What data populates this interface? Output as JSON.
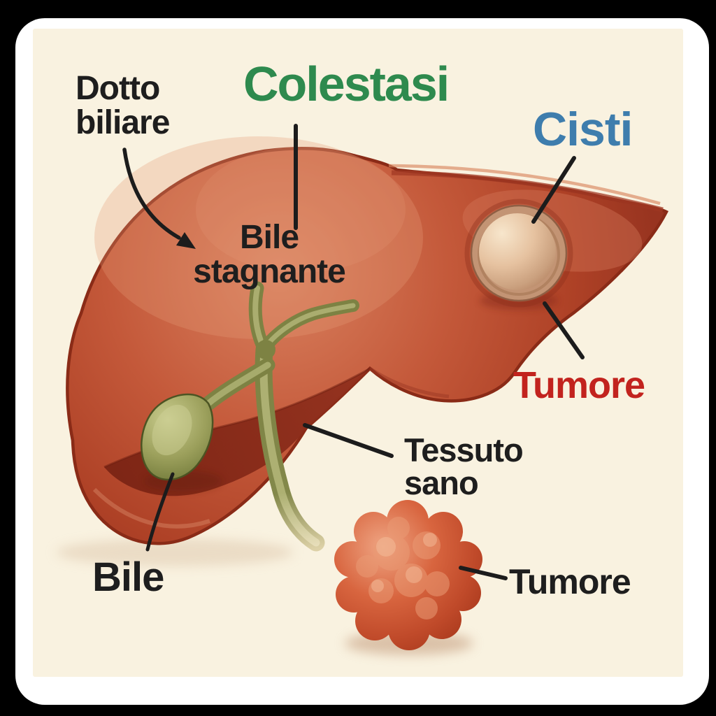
{
  "scene": {
    "description": "Illustrazione medica di un fegato con patologie (colestasi, cisti, tumore)",
    "outer_background": "#000000",
    "card_background": "#ffffff",
    "canvas_background": "#f9f2e0"
  },
  "labels": {
    "dotto_biliare": {
      "line1": "Dotto",
      "line2": "biliare",
      "color": "#1e1e1e"
    },
    "colestasi": {
      "text": "Colestasi",
      "color": "#2e8a4e"
    },
    "cisti": {
      "text": "Cisti",
      "color": "#3e7dad"
    },
    "bile_stagnante": {
      "line1": "Bile",
      "line2": "stagnante",
      "color": "#1e1e1e"
    },
    "tumore_superiore": {
      "text": "Tumore",
      "color": "#c2231e"
    },
    "tessuto_sano": {
      "line1": "Tessuto",
      "line2": "sano",
      "color": "#1e1e1e"
    },
    "bile": {
      "text": "Bile",
      "color": "#1e1e1e"
    },
    "tumore_inferiore": {
      "text": "Tumore",
      "color": "#1e1e1e"
    }
  },
  "anatomy": {
    "parts": [
      "fegato",
      "cistifellea",
      "dotto-biliare",
      "cisti",
      "massa-tumorale"
    ],
    "liver": {
      "main": "#c4593a",
      "highlight": "#d9815f",
      "edge": "#9c3220",
      "underside": "#7f2415",
      "outline": "#8a2b17"
    },
    "gallbladder": {
      "main": "#9ca05c",
      "highlight": "#c9cc8e",
      "dark": "#596327"
    },
    "bile_duct": {
      "main": "#7d8243",
      "fade": "#ddd1a7"
    },
    "cyst": {
      "fill": "#e2bd9c",
      "rim": "#c39474",
      "highlight": "#f7e6cc"
    },
    "tumor": {
      "main": "#d8653f",
      "highlight": "#efa583",
      "dark": "#ad3c1f"
    },
    "leader_lines": "#1c1c1c"
  }
}
